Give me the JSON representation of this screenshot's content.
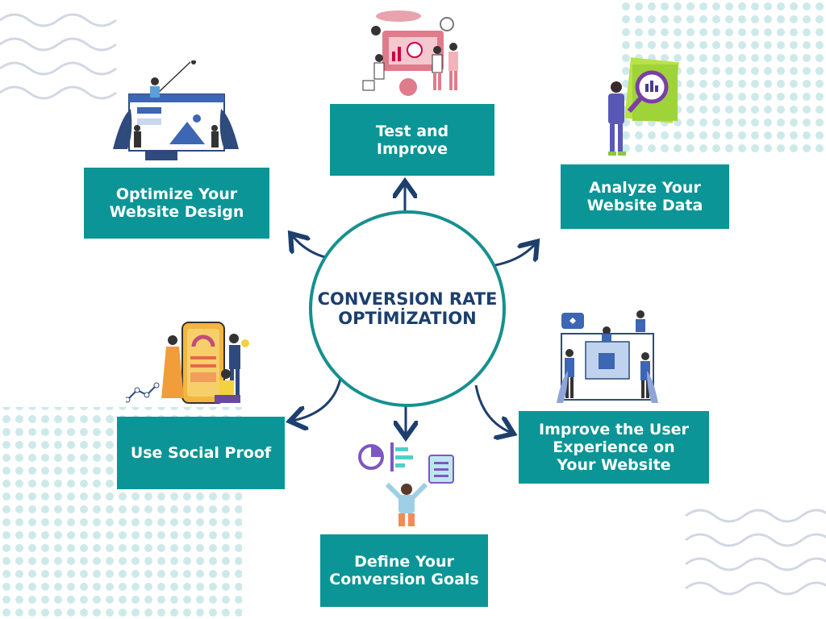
{
  "center": {
    "title": "CONVERSION RATE\nOPTİMİZATION"
  },
  "steps": {
    "test": "Test and Improve",
    "analyze": "Analyze Your\nWebsite Data",
    "improve_ux": "Improve the User\nExperience on\nYour Website",
    "goals": "Define Your\nConversion Goals",
    "social": "Use Social Proof",
    "design": "Optimize Your\nWebsite Design"
  },
  "colors": {
    "box": "#0b9596",
    "circle": "#15908f",
    "title": "#1c3f6e",
    "arrow": "#1c3f6e",
    "dots": "#c8e6e8",
    "waves": "#d2d7e4"
  },
  "icons": {
    "test": "team-analytics-dashboard-illustration",
    "analyze": "person-magnifier-report-illustration",
    "improve_ux": "social-media-like-illustration",
    "goals": "person-juggling-charts-illustration",
    "social": "mobile-dashboard-team-illustration",
    "design": "web-design-builders-illustration"
  }
}
